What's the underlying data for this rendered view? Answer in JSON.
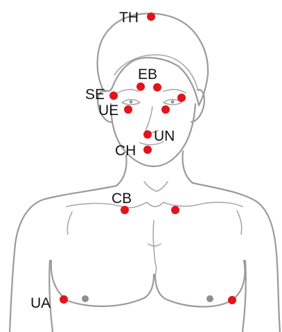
{
  "colors": {
    "point": "#e3131b",
    "outline": "#9a9a9a",
    "nipple": "#8f8f8f",
    "label": "#111111"
  },
  "labels": {
    "th": "TH",
    "eb": "EB",
    "se": "SE",
    "ue": "UE",
    "un": "UN",
    "ch": "CH",
    "cb": "CB",
    "ua": "UA"
  }
}
